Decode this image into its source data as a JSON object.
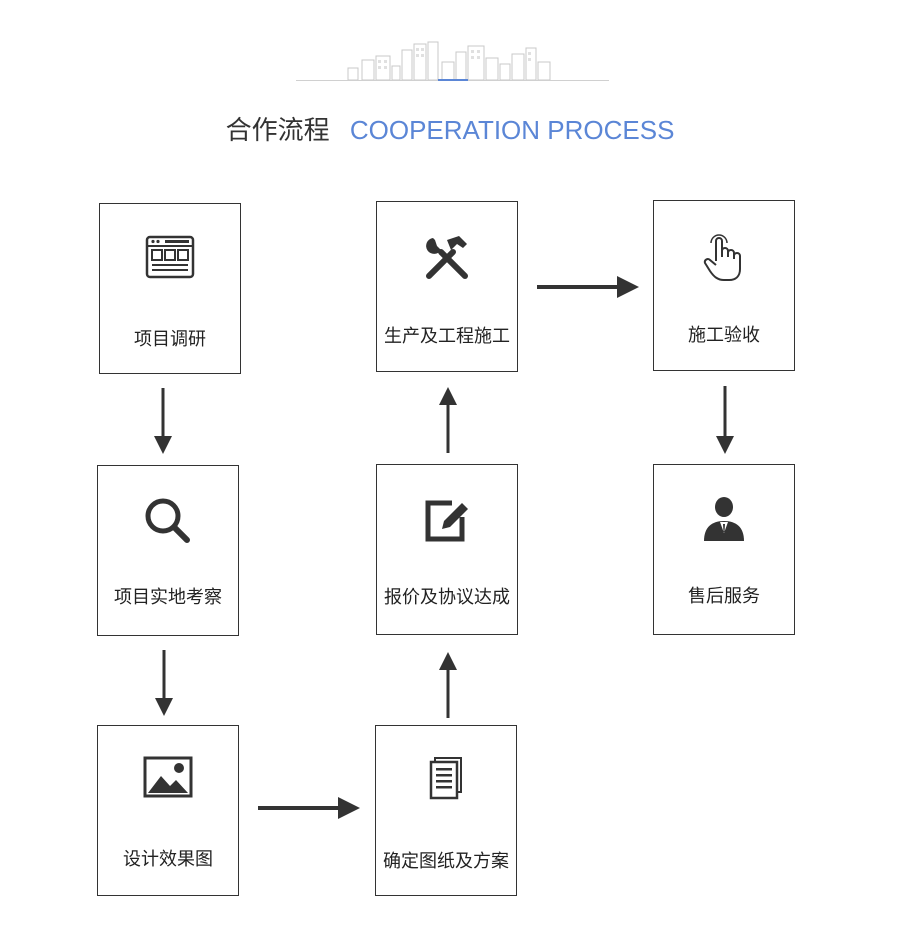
{
  "header": {
    "title_cn": "合作流程",
    "title_en": "COOPERATION PROCESS",
    "accent_color": "#5b86d6"
  },
  "steps": [
    {
      "label": "项目调研",
      "icon": "webpage-layout-icon"
    },
    {
      "label": "项目实地考察",
      "icon": "magnifier-icon"
    },
    {
      "label": "设计效果图",
      "icon": "image-icon"
    },
    {
      "label": "确定图纸及方案",
      "icon": "documents-icon"
    },
    {
      "label": "报价及协议达成",
      "icon": "edit-icon"
    },
    {
      "label": "生产及工程施工",
      "icon": "tools-icon"
    },
    {
      "label": "施工验收",
      "icon": "pointing-hand-icon"
    },
    {
      "label": "售后服务",
      "icon": "service-person-icon"
    }
  ]
}
